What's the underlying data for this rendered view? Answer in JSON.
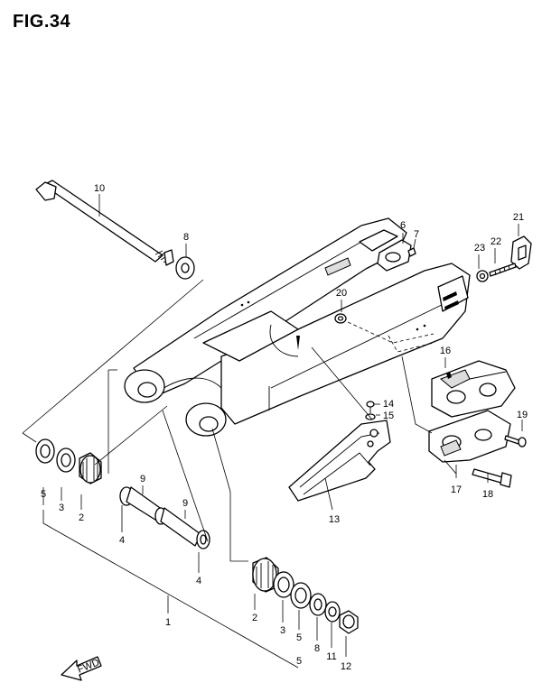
{
  "figure": {
    "title": "FIG.34",
    "fwd_label": "FWD"
  },
  "callouts": [
    {
      "id": "c1",
      "text": "1"
    },
    {
      "id": "c2a",
      "text": "2"
    },
    {
      "id": "c2b",
      "text": "2"
    },
    {
      "id": "c3a",
      "text": "3"
    },
    {
      "id": "c3b",
      "text": "3"
    },
    {
      "id": "c4a",
      "text": "4"
    },
    {
      "id": "c4b",
      "text": "4"
    },
    {
      "id": "c5a",
      "text": "5"
    },
    {
      "id": "c5b",
      "text": "5"
    },
    {
      "id": "c5c",
      "text": "5"
    },
    {
      "id": "c6",
      "text": "6"
    },
    {
      "id": "c7",
      "text": "7"
    },
    {
      "id": "c8a",
      "text": "8"
    },
    {
      "id": "c8b",
      "text": "8"
    },
    {
      "id": "c9a",
      "text": "9"
    },
    {
      "id": "c9b",
      "text": "9"
    },
    {
      "id": "c10",
      "text": "10"
    },
    {
      "id": "c11",
      "text": "11"
    },
    {
      "id": "c12",
      "text": "12"
    },
    {
      "id": "c13",
      "text": "13"
    },
    {
      "id": "c14",
      "text": "14"
    },
    {
      "id": "c15",
      "text": "15"
    },
    {
      "id": "c16",
      "text": "16"
    },
    {
      "id": "c17",
      "text": "17"
    },
    {
      "id": "c18",
      "text": "18"
    },
    {
      "id": "c19",
      "text": "19"
    },
    {
      "id": "c20",
      "text": "20"
    },
    {
      "id": "c21",
      "text": "21"
    },
    {
      "id": "c22",
      "text": "22"
    },
    {
      "id": "c23",
      "text": "23"
    }
  ]
}
